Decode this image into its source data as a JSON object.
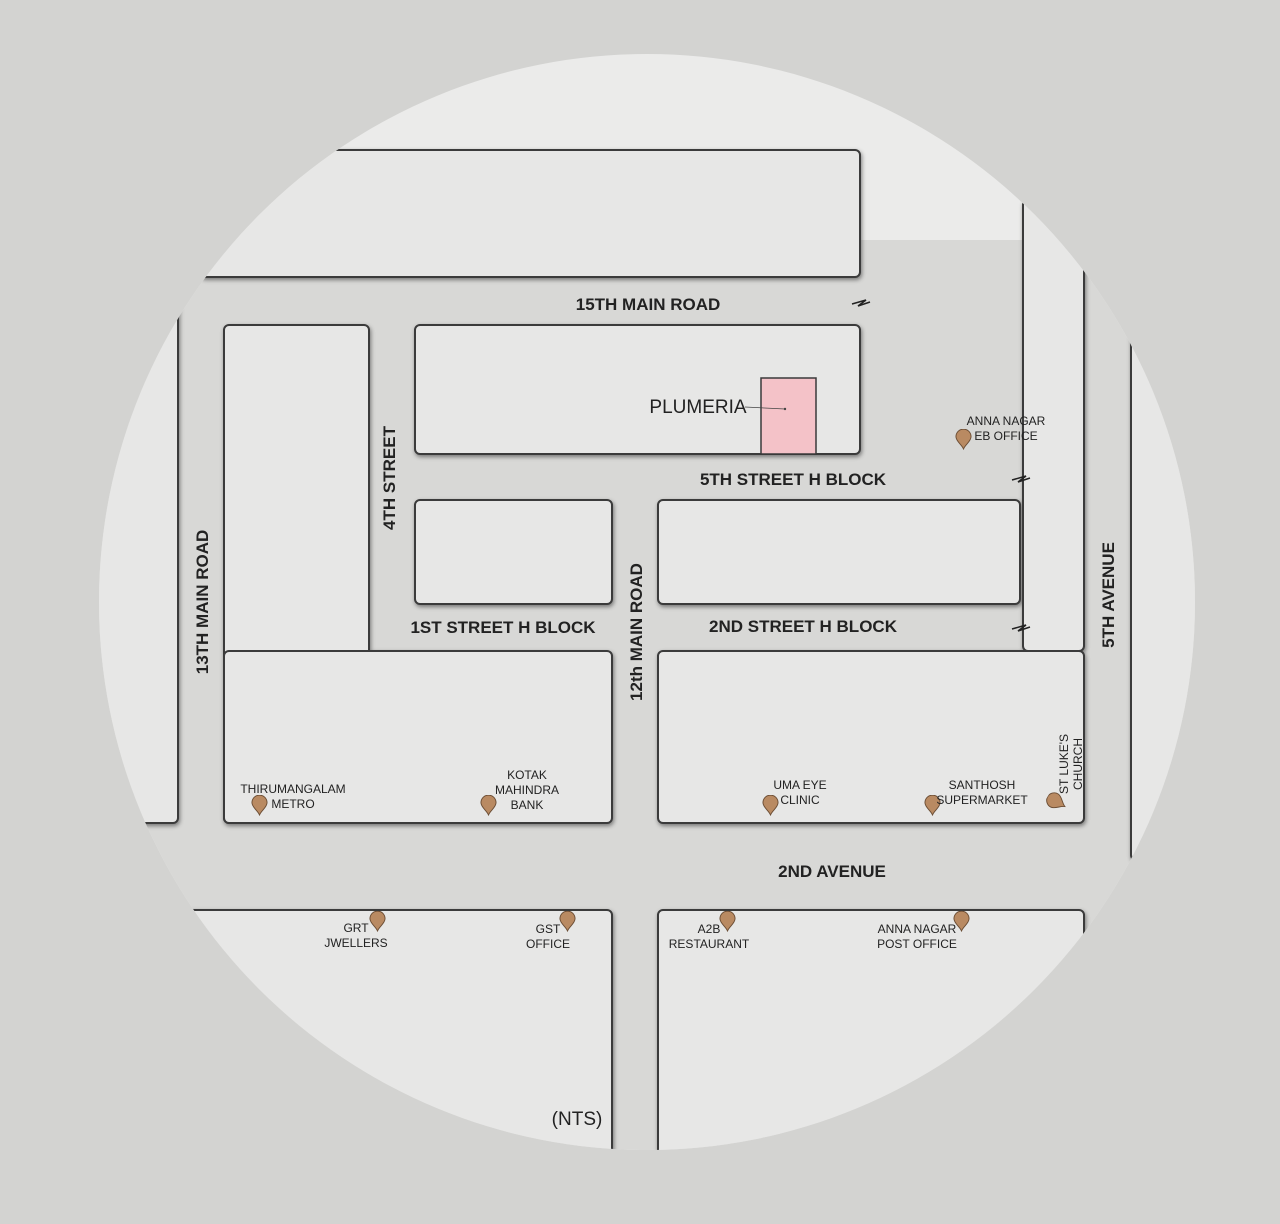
{
  "colors": {
    "page_bg": "#d3d3d1",
    "circle_bg": "#ebebea",
    "block_fill": "#e7e7e6",
    "road_fill": "#d8d8d6",
    "block_stroke": "#3a3a3a",
    "plumeria_fill": "#f4c2c8",
    "pin_fill": "#b98a62"
  },
  "roads": {
    "r15th_main": "15TH MAIN ROAD",
    "r13th_main": "13TH MAIN ROAD",
    "r4th_street": "4TH STREET",
    "r5th_street": "5TH STREET H BLOCK",
    "r1st_street": "1ST STREET H BLOCK",
    "r12th_main": "12th MAIN ROAD",
    "r2nd_street": "2ND STREET H BLOCK",
    "r5th_avenue": "5TH AVENUE",
    "r2nd_avenue": "2ND AVENUE"
  },
  "property": {
    "name": "PLUMERIA"
  },
  "pois": {
    "anna_nagar_eb": [
      "ANNA NAGAR",
      "EB OFFICE"
    ],
    "thirumangalam": [
      "THIRUMANGALAM",
      "METRO"
    ],
    "kotak": [
      "KOTAK",
      "MAHINDRA",
      "BANK"
    ],
    "uma_eye": [
      "UMA EYE",
      "CLINIC"
    ],
    "santhosh": [
      "SANTHOSH",
      "SUPERMARKET"
    ],
    "st_lukes": [
      "ST LUKE'S",
      "CHURCH"
    ],
    "grt": [
      "GRT",
      "JWELLERS"
    ],
    "gst": [
      "GST",
      "OFFICE"
    ],
    "a2b": [
      "A2B",
      "RESTAURANT"
    ],
    "post_office": [
      "ANNA NAGAR",
      "POST OFFICE"
    ]
  },
  "scale_note": "(NTS)",
  "icons": {
    "pin": "map-pin-icon",
    "road_break": "road-break-icon"
  }
}
